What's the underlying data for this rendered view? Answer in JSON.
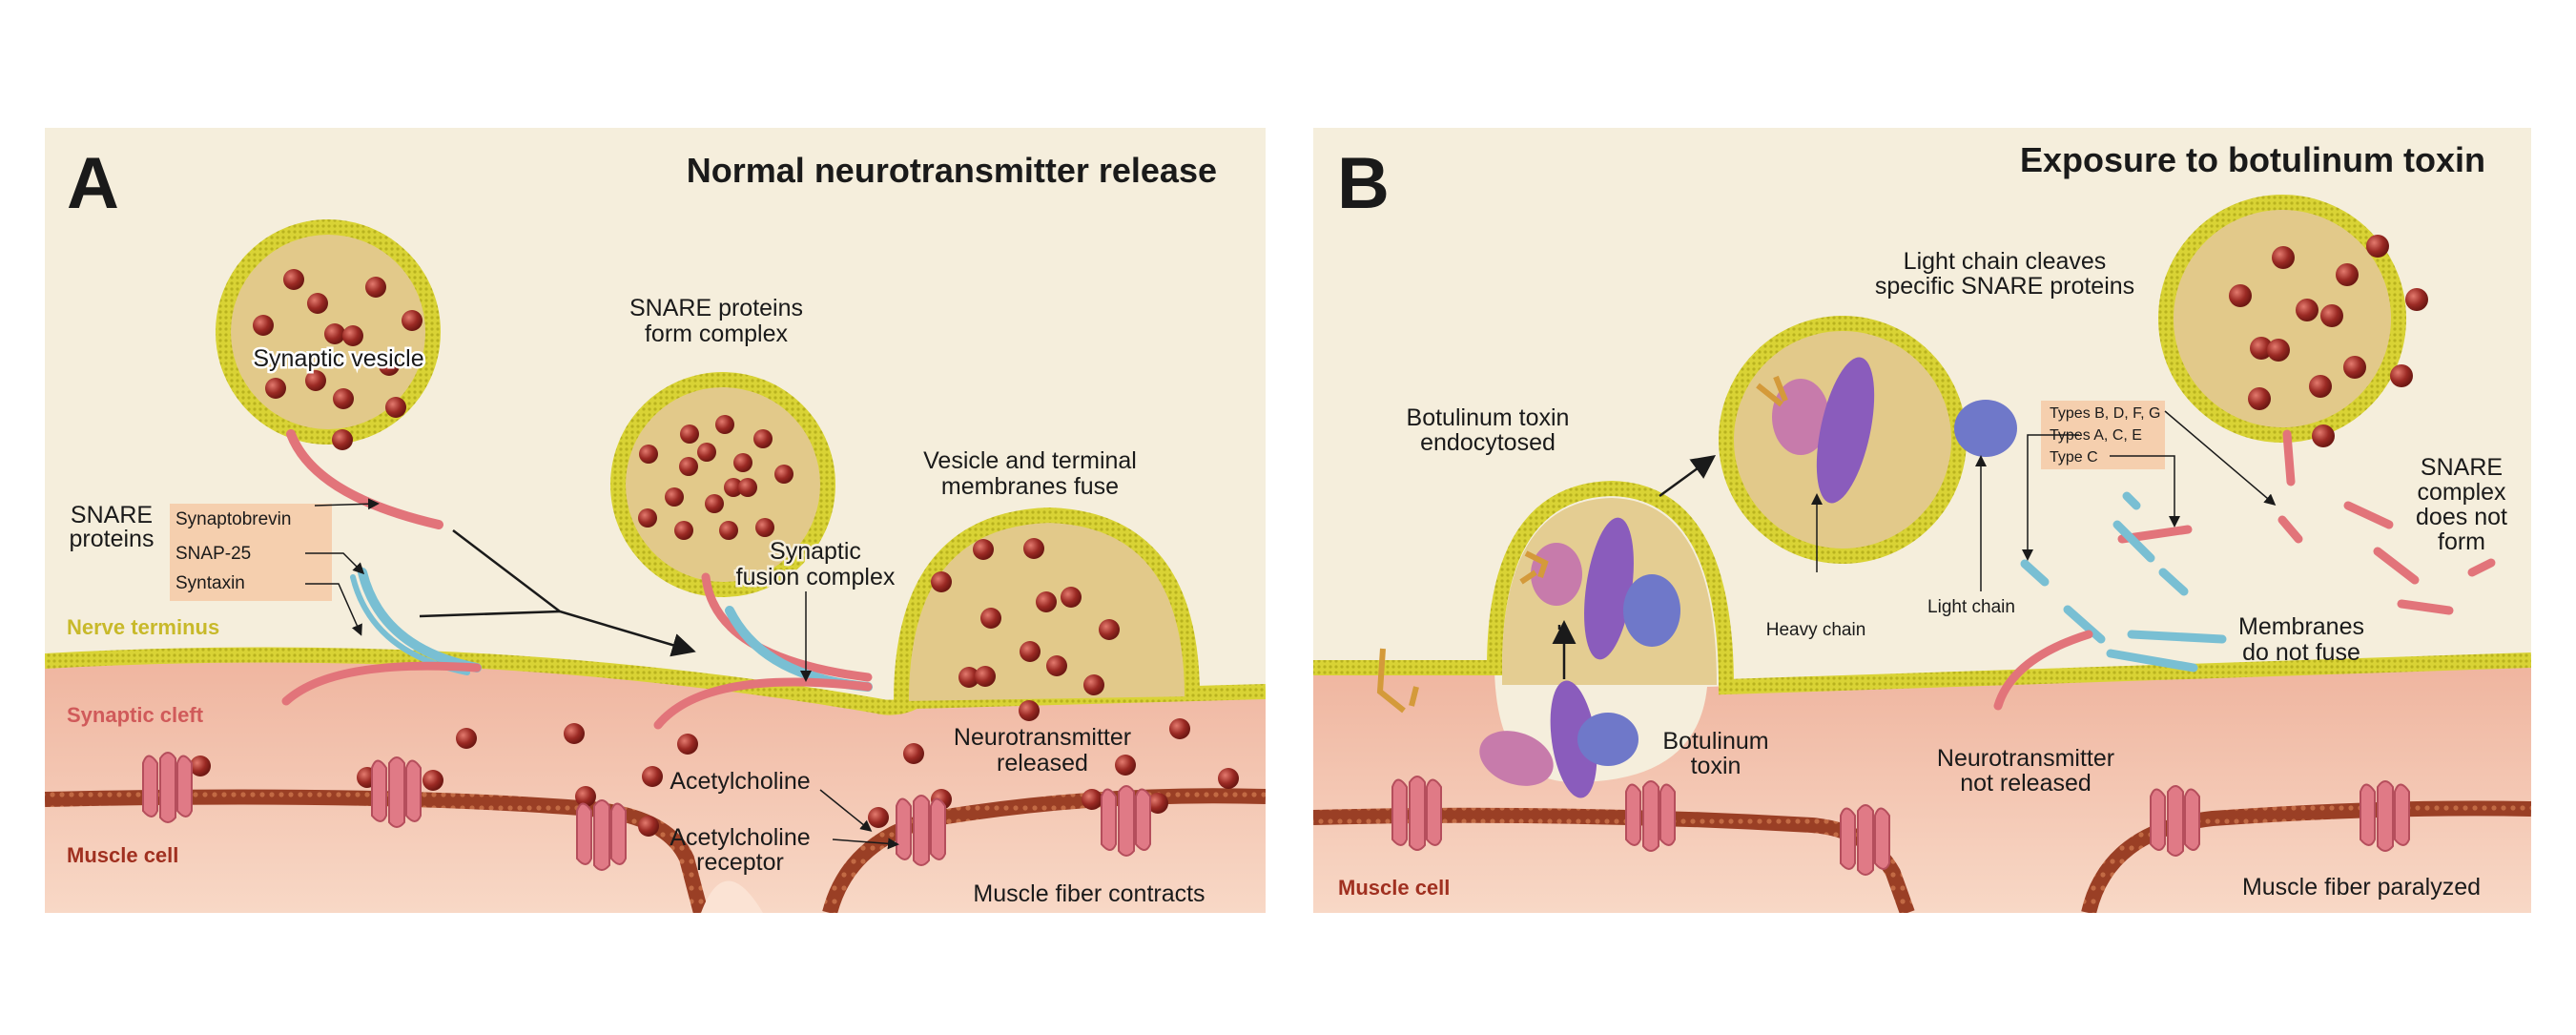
{
  "colors": {
    "background_panel": "#f5eedc",
    "membrane": "#d9d335",
    "vesicle_fill": "#e2c98a",
    "cleft": "#f3c1a8",
    "muscle": "#f6cdb5",
    "muscle_fiber": "#9a3f25",
    "neurotransmitter": "#9b2a24",
    "receptor": "#e07a86",
    "snare_red": "#e2747a",
    "snare_blue": "#79bfd3",
    "toxin_pink": "#c77bab",
    "toxin_purple": "#8a5cbc",
    "toxin_blue": "#6f78c9",
    "label_box": "#f5cfae",
    "nerve_label": "#c8b92a",
    "cleft_label": "#d05a5a",
    "muscle_label": "#a03020"
  },
  "panelA": {
    "letter": "A",
    "title": "Normal neurotransmitter release",
    "synaptic_vesicle": "Synaptic vesicle",
    "snare_heading_1": "SNARE",
    "snare_heading_2": "proteins",
    "synaptobrevin": "Synaptobrevin",
    "snap25": "SNAP-25",
    "syntaxin": "Syntaxin",
    "snare_complex_1": "SNARE proteins",
    "snare_complex_2": "form complex",
    "fusion_complex_1": "Synaptic",
    "fusion_complex_2": "fusion complex",
    "fuse_1": "Vesicle and terminal",
    "fuse_2": "membranes fuse",
    "nerve_terminus": "Nerve terminus",
    "synaptic_cleft": "Synaptic cleft",
    "muscle_cell": "Muscle cell",
    "acetylcholine": "Acetylcholine",
    "receptor_1": "Acetylcholine",
    "receptor_2": "receptor",
    "released_1": "Neurotransmitter",
    "released_2": "released",
    "contracts": "Muscle fiber contracts"
  },
  "panelB": {
    "letter": "B",
    "title": "Exposure to botulinum toxin",
    "cleaves_1": "Light chain cleaves",
    "cleaves_2": "specific SNARE proteins",
    "endocytosed_1": "Botulinum toxin",
    "endocytosed_2": "endocytosed",
    "types_bdfg": "Types B, D, F, G",
    "types_ace": "Types A, C, E",
    "type_c": "Type C",
    "heavy_chain": "Heavy chain",
    "light_chain": "Light chain",
    "snare_nf_1": "SNARE",
    "snare_nf_2": "complex",
    "snare_nf_3": "does not",
    "snare_nf_4": "form",
    "no_fuse_1": "Membranes",
    "no_fuse_2": "do not fuse",
    "toxin_1": "Botulinum",
    "toxin_2": "toxin",
    "not_released_1": "Neurotransmitter",
    "not_released_2": "not released",
    "muscle_cell": "Muscle cell",
    "paralyzed": "Muscle fiber paralyzed"
  }
}
